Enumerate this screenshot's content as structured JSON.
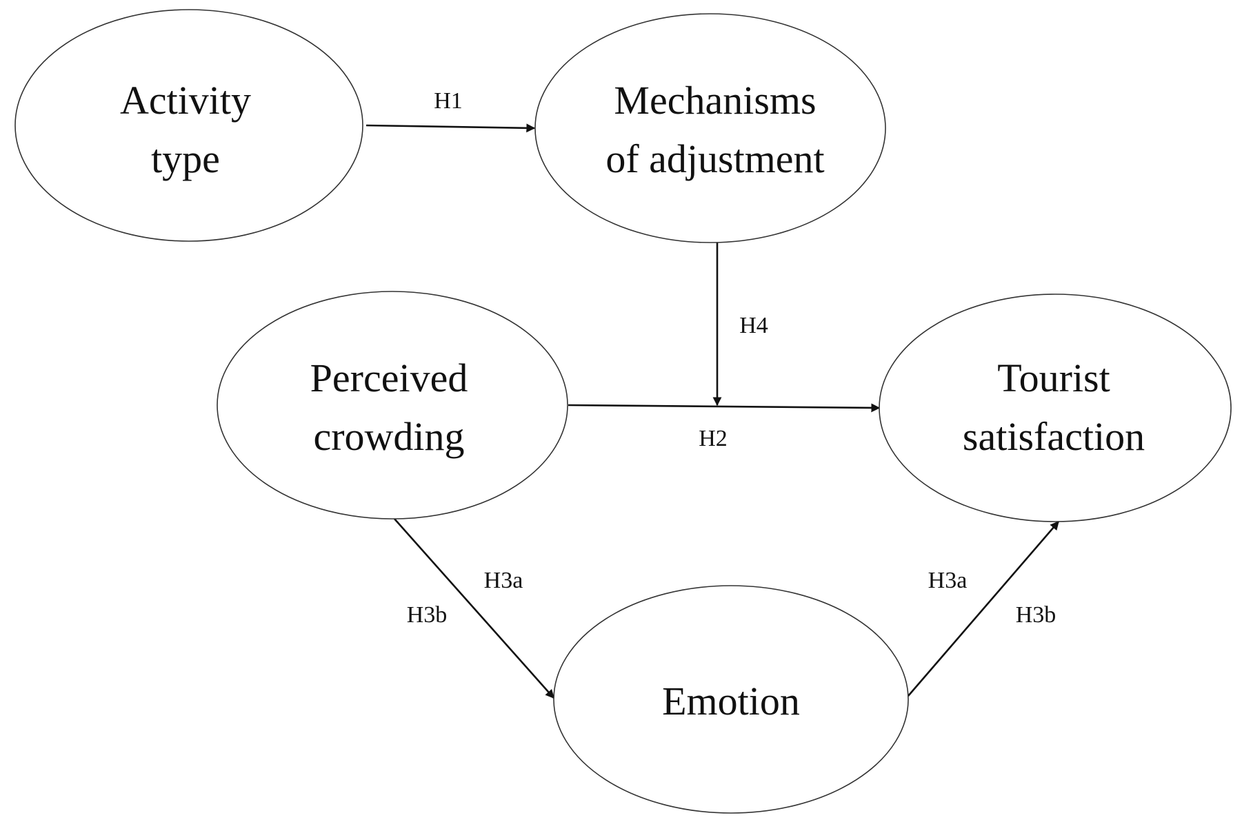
{
  "nodes": {
    "activity_type": {
      "line1": "Activity",
      "line2": "type"
    },
    "mechanisms": {
      "line1": "Mechanisms",
      "line2": "of adjustment"
    },
    "perceived_crowding": {
      "line1": "Perceived",
      "line2": "crowding"
    },
    "tourist_satisfaction": {
      "line1": "Tourist",
      "line2": "satisfaction"
    },
    "emotion": {
      "line1": "Emotion"
    }
  },
  "edges": {
    "h1": "H1",
    "h2": "H2",
    "h4": "H4",
    "left_h3a": "H3a",
    "left_h3b": "H3b",
    "right_h3a": "H3a",
    "right_h3b": "H3b"
  },
  "colors": {
    "stroke": "#333333",
    "text": "#111111",
    "background": "#ffffff"
  }
}
